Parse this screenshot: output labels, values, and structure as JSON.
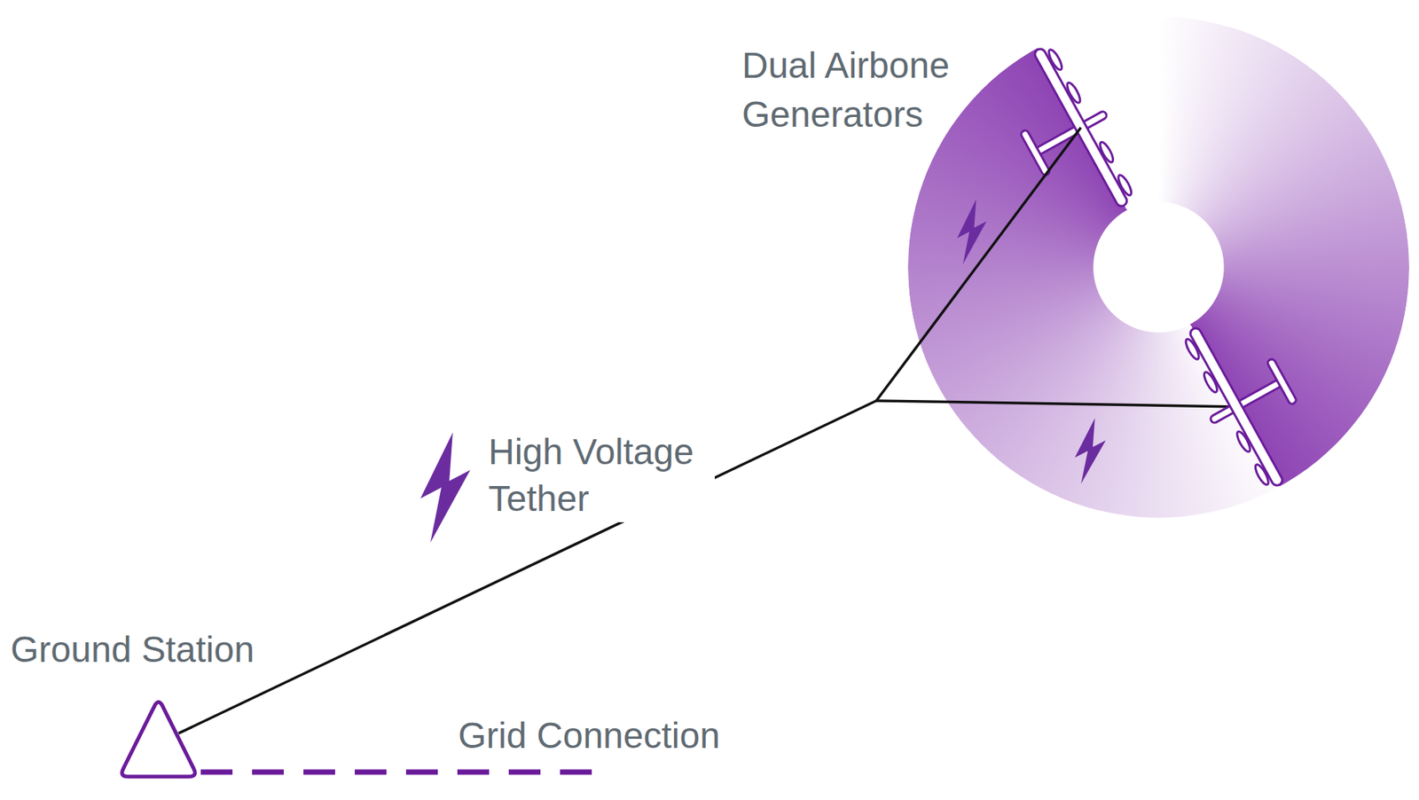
{
  "diagram": {
    "nodes": [
      {
        "text": [
          "Dual Airbone Generators"
        ]
      },
      {
        "text": [
          "Ground Station"
        ]
      }
    ],
    "edges": [
      {
        "from": 1,
        "to": 0,
        "arrow": "none",
        "label": "High Voltage Tether"
      }
    ],
    "labels": [
      "Grid Connection"
    ]
  }
}
